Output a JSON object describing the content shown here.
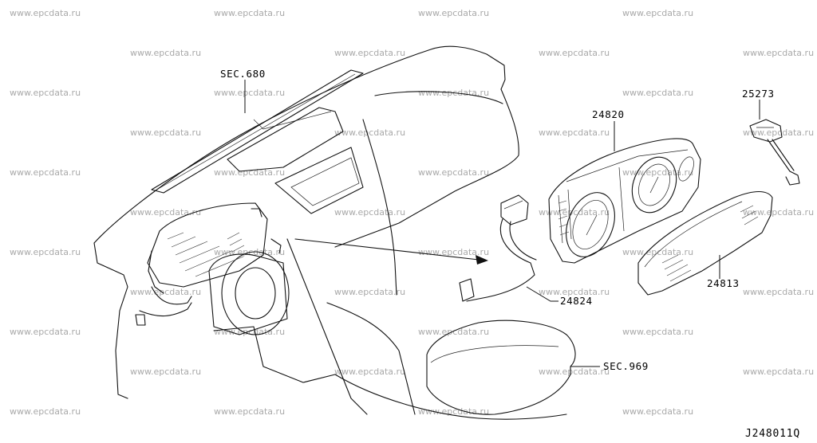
{
  "watermark": {
    "text": "www.epcdata.ru",
    "color": "#a9a9a9"
  },
  "callouts": {
    "sec_680": "SEC.680",
    "p_24820": "24820",
    "p_25273": "25273",
    "p_24824": "24824",
    "p_24813": "24813",
    "sec_969": "SEC.969"
  },
  "figure_code": "J248011Q"
}
